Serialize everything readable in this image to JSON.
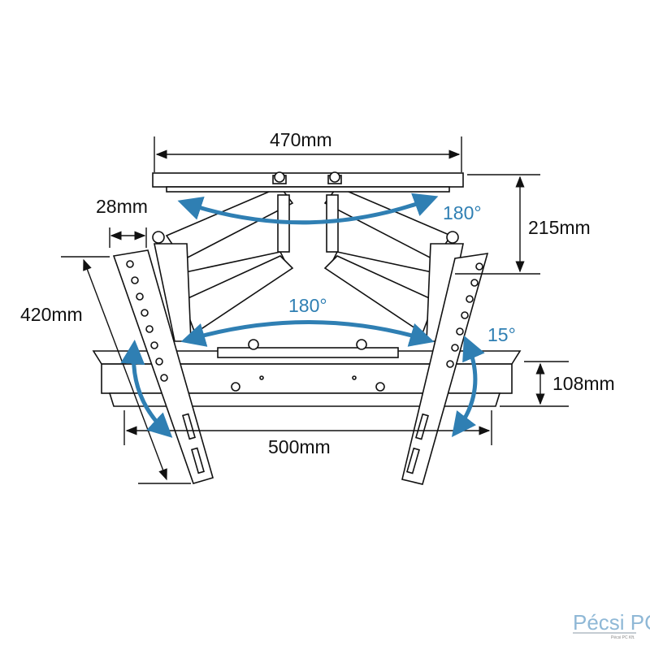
{
  "dimensions": {
    "top_plate_width": "470mm",
    "arm_depth": "215mm",
    "arm_width": "28mm",
    "arm_length": "420mm",
    "wall_plate_width": "500mm",
    "wall_plate_height": "108mm"
  },
  "angles": {
    "top_swivel": "180°",
    "middle_swivel": "180°",
    "tilt": "15°"
  },
  "watermark": {
    "brand": "Pécsi PC",
    "sub": "Pécsi PC Kft."
  },
  "colors": {
    "accent": "#2f7fb3",
    "line": "#111111"
  }
}
